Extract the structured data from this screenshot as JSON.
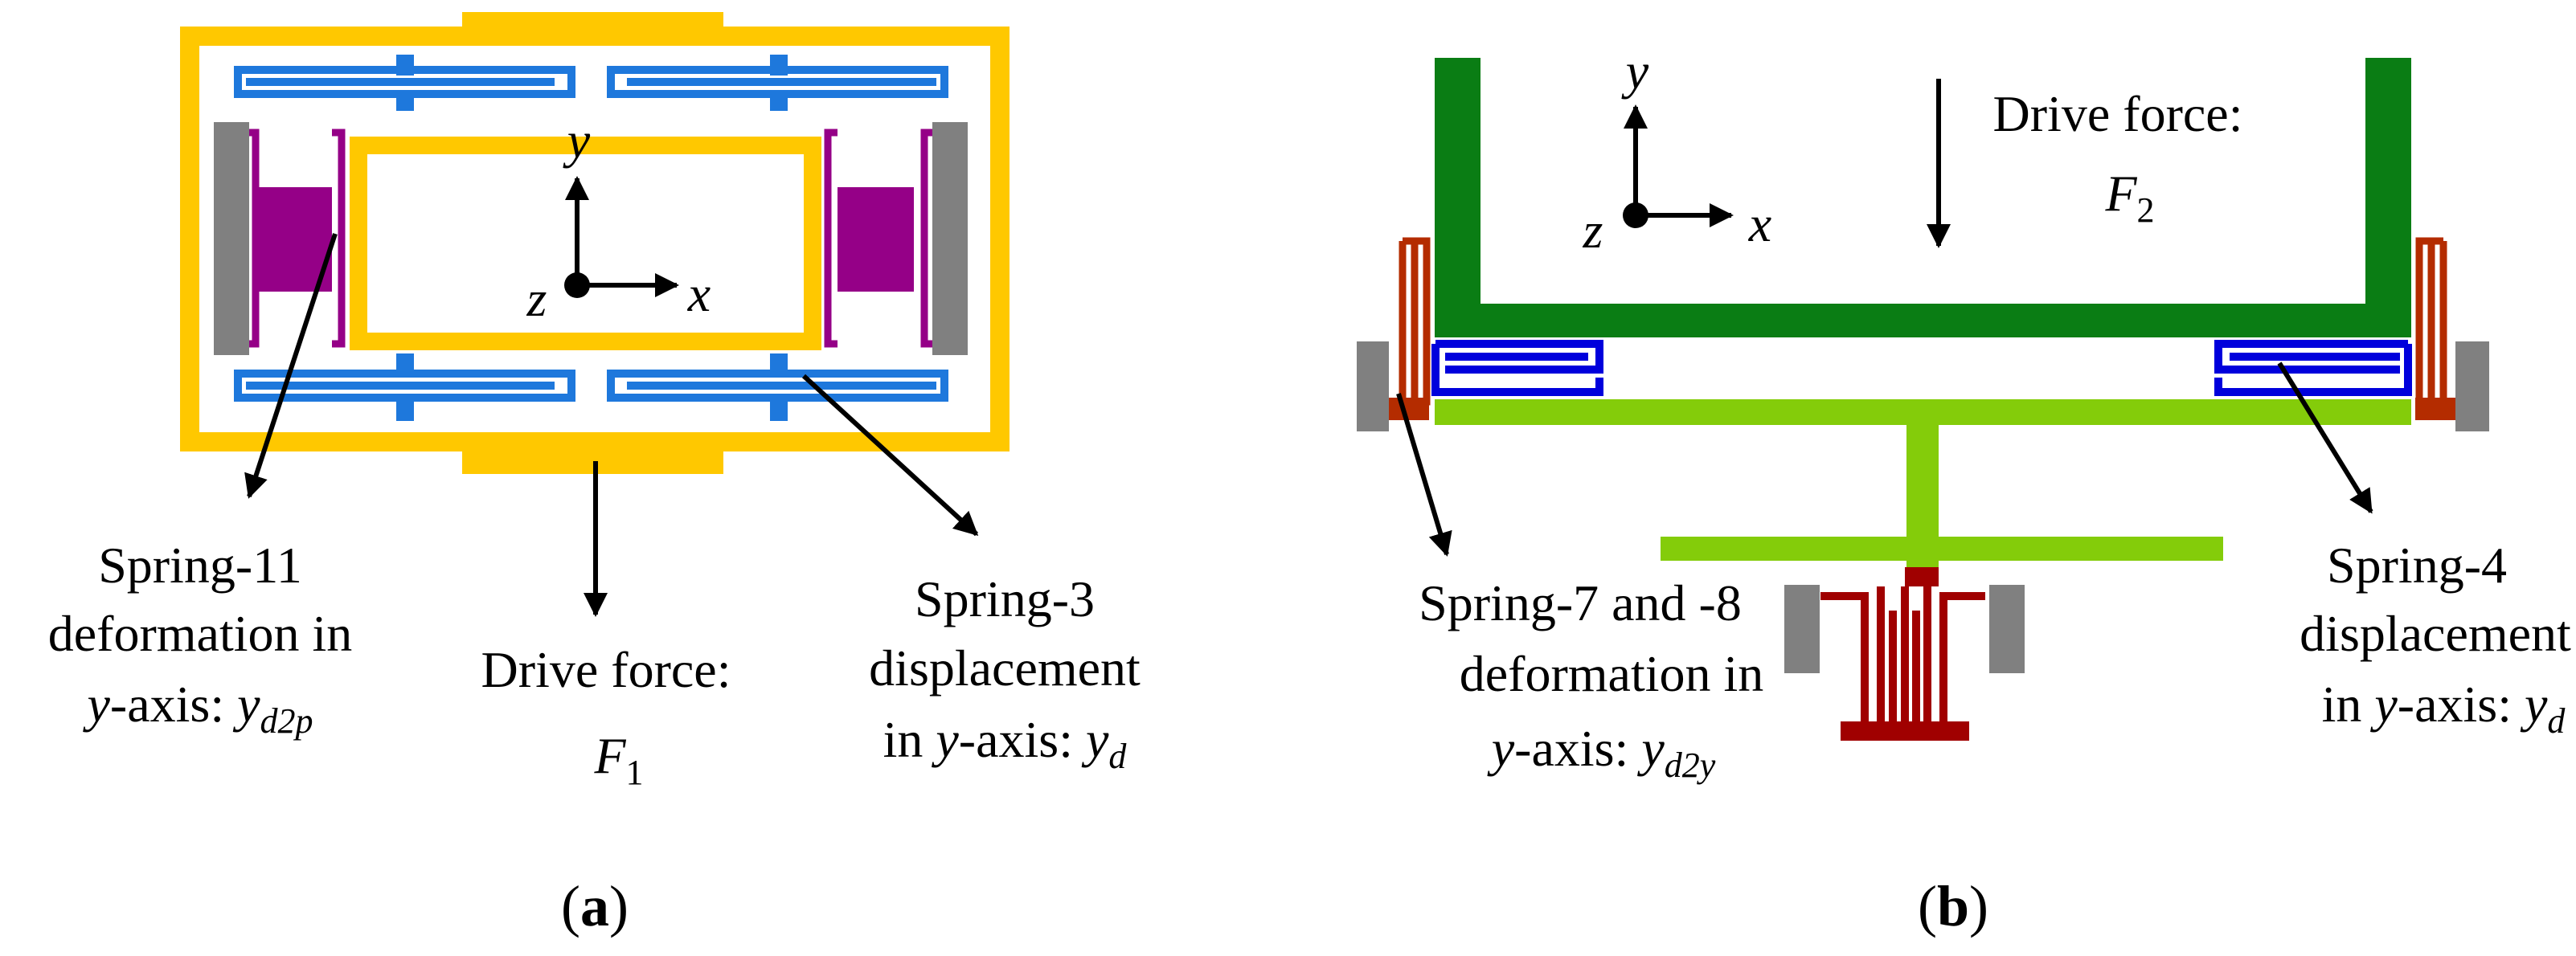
{
  "colors": {
    "frame_yellow": "#FFC800",
    "spring_blue": "#1E78DC",
    "anchor_purple": "#950087",
    "anchor_gray": "#808080",
    "frame_green": "#0A7D14",
    "lime_green": "#84CC0A",
    "spring_red": "#B42C00",
    "spring_darkred": "#A00000",
    "spring_navy": "#0000DC",
    "arrow_black": "#000000"
  },
  "panel_a": {
    "caption": "a",
    "axis_y": "y",
    "axis_x": "x",
    "axis_z": "z",
    "spring11_title": "Spring-11",
    "spring11_line2": "deformation in",
    "spring11_var": "y",
    "spring11_axis_text": "-axis: ",
    "spring11_value": "y",
    "spring11_sub": "d2p",
    "drive_title": "Drive force:",
    "drive_symbol": "F",
    "drive_sub": "1",
    "spring3_title": "Spring-3",
    "spring3_line2": "displacement",
    "spring3_prefix": "in ",
    "spring3_var": "y",
    "spring3_axis_text": "-axis: ",
    "spring3_value": "y",
    "spring3_sub": "d"
  },
  "panel_b": {
    "caption": "b",
    "axis_y": "y",
    "axis_x": "x",
    "axis_z": "z",
    "drive_title": "Drive force:",
    "drive_symbol": "F",
    "drive_sub": "2",
    "spring78_title": "Spring-7 and -8",
    "spring78_line2": "deformation in",
    "spring78_var": "y",
    "spring78_axis_text": "-axis: ",
    "spring78_value": "y",
    "spring78_sub": "d2y",
    "spring4_title": "Spring-4",
    "spring4_line2": "displacement",
    "spring4_prefix": "in ",
    "spring4_var": "y",
    "spring4_axis_text": "-axis: ",
    "spring4_value": "y",
    "spring4_sub": "d"
  }
}
